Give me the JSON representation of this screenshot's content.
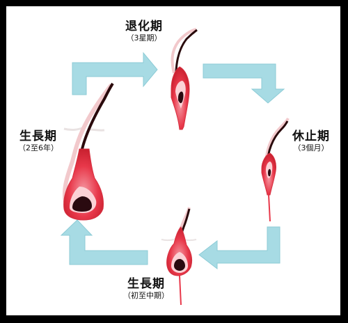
{
  "stages": {
    "catagen": {
      "name": "退化期",
      "duration": "（3星期）"
    },
    "telogen": {
      "name": "休止期",
      "duration": "（3個月）"
    },
    "anagen": {
      "name": "生長期",
      "duration": "（2至6年）"
    },
    "early_anagen": {
      "name": "生長期",
      "duration": "（初至中期）"
    }
  },
  "colors": {
    "arrow": "#a7dbe4",
    "arrow_edge": "#8ccbd6",
    "hair": "#2a0a0c",
    "follicle": "#e8384a",
    "follicle_light": "#f7a7ae",
    "bulb": "#2a0a10"
  }
}
